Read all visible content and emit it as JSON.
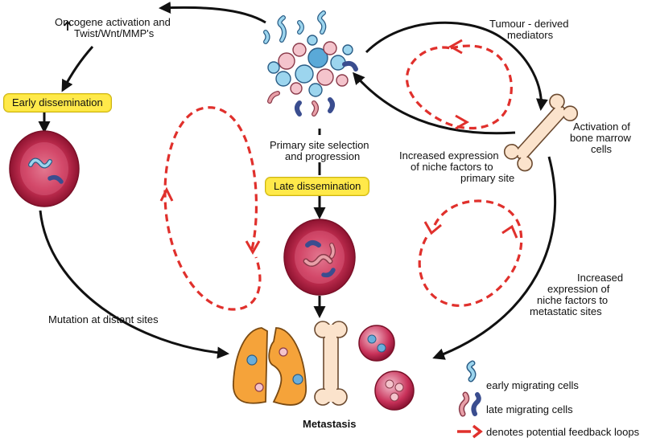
{
  "labels": {
    "oncogene_line1": "Oncogene activation and",
    "oncogene_line2": "Twist/Wnt/MMP's",
    "early_dissemination": "Early dissemination",
    "late_dissemination": "Late dissemination",
    "primary_site_line1": "Primary site selection",
    "primary_site_line2": "and progression",
    "tumour_derived_line1": "Tumour - derived",
    "tumour_derived_line2": "mediators",
    "activation_line1": "Activation of",
    "activation_line2": "bone marrow",
    "activation_line3": "cells",
    "niche_primary_line1": "Increased expression",
    "niche_primary_line2": "of niche factors to",
    "niche_primary_line3": "primary site",
    "niche_meta_line1": "Increased",
    "niche_meta_line2": "expression of",
    "niche_meta_line3": "niche factors to",
    "niche_meta_line4": "metastatic sites",
    "mutation": "Mutation at distant sites",
    "metastasis": "Metastasis"
  },
  "legend": {
    "early": "early migrating cells",
    "late": "late migrating cells",
    "feedback": "denotes potential feedback loops"
  },
  "colors": {
    "feedback": "#e0302c",
    "tag": "#ffe94a",
    "vessel": "#c41e3a",
    "organ": "#f5a33a",
    "bone": "#fbe3cc",
    "early_cell": "#9ad8f0",
    "late_cell": "#e8a0a8",
    "late_cell_dark": "#3a4d8f"
  }
}
